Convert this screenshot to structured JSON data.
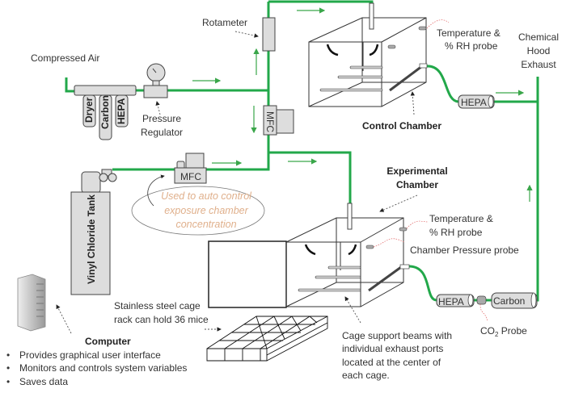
{
  "labels": {
    "compressed_air": "Compressed Air",
    "rotameter": "Rotameter",
    "pressure_regulator_1": "Pressure",
    "pressure_regulator_2": "Regulator",
    "filter_dryer": "Dryer",
    "filter_carbon": "Carbon",
    "filter_hepa": "HEPA",
    "mfc_top": "MFC",
    "mfc_bottom": "MFC",
    "tank": "Vinyl Chloride Tank",
    "note_lines": [
      "Used to auto control",
      "exposure  chamber",
      "concentration"
    ],
    "control_chamber": "Control Chamber",
    "control_temp_1": "Temperature &",
    "control_temp_2": "% RH probe",
    "chemical_hood": [
      "Chemical",
      "Hood",
      "Exhaust"
    ],
    "hepa_control": "HEPA",
    "experimental_chamber": [
      "Experimental",
      "Chamber"
    ],
    "exp_temp_1": "Temperature &",
    "exp_temp_2": "% RH probe",
    "pressure_probe": "Chamber Pressure probe",
    "hepa_exp": "HEPA",
    "carbon_exp": "Carbon",
    "co2_probe_prefix": "CO",
    "co2_probe_sub": "2",
    "co2_probe_suffix": " Probe",
    "cage_rack": [
      "Stainless steel  cage",
      "rack can hold 36 mice"
    ],
    "cage_support": [
      "Cage support beams with",
      "individual exhaust ports",
      "located at the center of",
      "each cage."
    ],
    "computer_title": "Computer",
    "computer_bullets": [
      "Provides graphical user interface",
      "Monitors and controls system variables",
      "Saves data"
    ]
  },
  "colors": {
    "pipe": "#22a84a",
    "note_text": "#e0b08c",
    "component_fill": "#dddddd"
  }
}
